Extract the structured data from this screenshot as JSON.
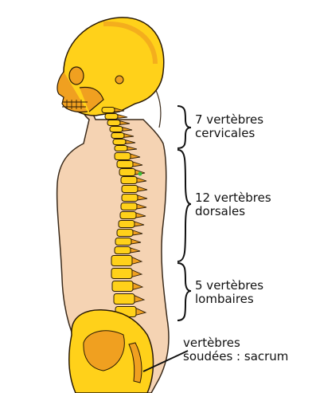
{
  "labels": {
    "cervical": {
      "line1": "7 vertèbres",
      "line2": "cervicales"
    },
    "dorsal": {
      "line1": "12 vertèbres",
      "line2": "dorsales"
    },
    "lumbar": {
      "line1": "5 vertèbres",
      "line2": "lombaires"
    },
    "sacrum": {
      "line1": "vertèbres",
      "line2": "soudées : sacrum"
    }
  },
  "colors": {
    "skin": "#f5d3b3",
    "skin_outline": "#3a2a1a",
    "bone": "#ffd11a",
    "bone_shade": "#f0a020",
    "bone_outline": "#2a1a05",
    "brace": "#111111",
    "accent": "#3cbf3c"
  }
}
